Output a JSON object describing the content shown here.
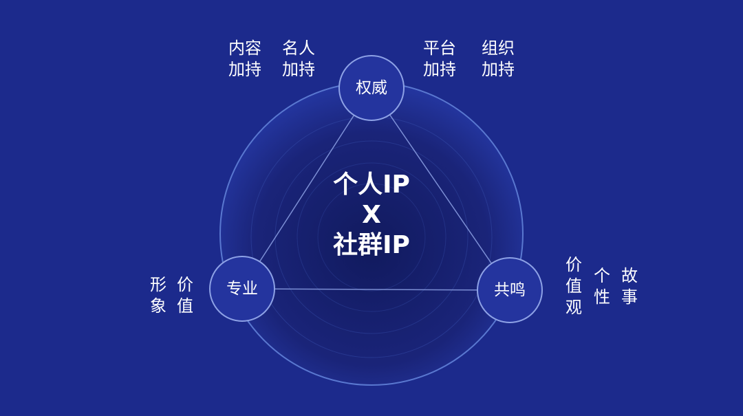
{
  "colors": {
    "background": "#1c2a8c",
    "circle_fill": "#1a2478",
    "ring_stroke": "#4a67c4",
    "node_fill": "#24349e",
    "node_stroke": "#8ea2e6",
    "text": "#ffffff"
  },
  "center": {
    "line1": "个人IP",
    "line2": "X",
    "line3": "社群IP"
  },
  "nodes": {
    "top": "权威",
    "left": "专业",
    "right": "共鸣"
  },
  "labels": {
    "top_left": [
      {
        "line1": "内容",
        "line2": "加持"
      },
      {
        "line1": "名人",
        "line2": "加持"
      }
    ],
    "top_right": [
      {
        "line1": "平台",
        "line2": "加持"
      },
      {
        "line1": "组织",
        "line2": "加持"
      }
    ],
    "left": [
      {
        "line1": "形",
        "line2": "象"
      },
      {
        "line1": "价",
        "line2": "值"
      }
    ],
    "right": [
      "价值观",
      "个性",
      "故事"
    ]
  }
}
